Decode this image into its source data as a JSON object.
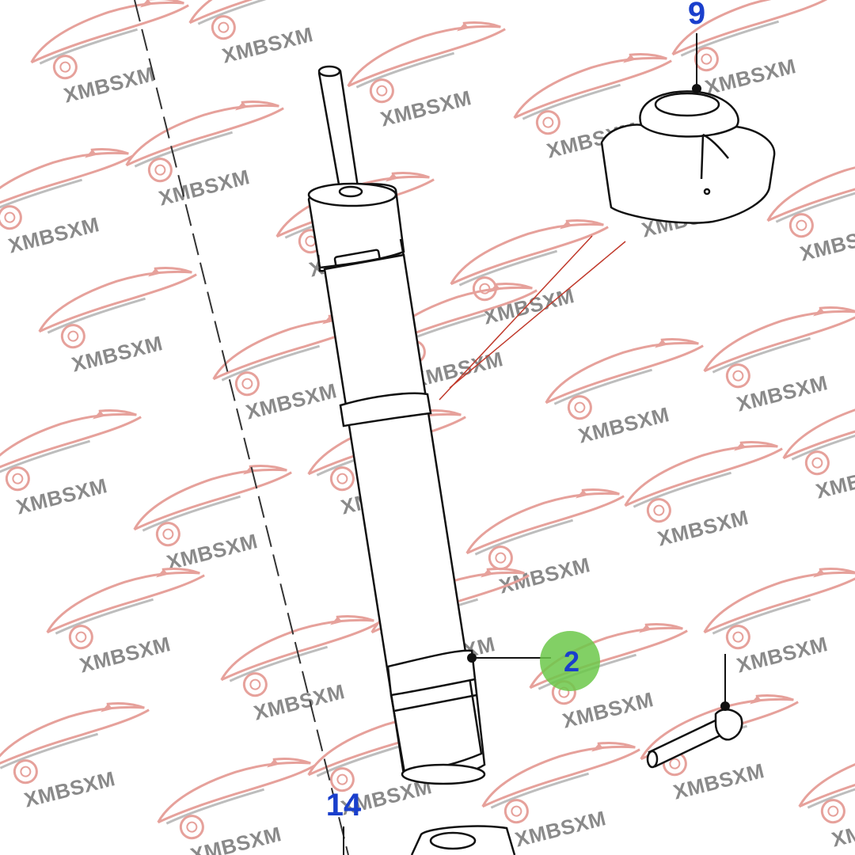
{
  "watermark": {
    "text": "XMBSXM",
    "text_color": "#8a8a8a",
    "car_color": "#e6a19b"
  },
  "callouts": [
    {
      "label": "9",
      "color": "#1a3fcc"
    },
    {
      "label": "2",
      "color": "#1a3fcc",
      "highlight_color": "#6cc84a"
    },
    {
      "label": "14",
      "color": "#1a3fcc"
    }
  ],
  "colors": {
    "line": "#111111",
    "leader_red": "#c0392b",
    "dash": "#333333",
    "background": "#ffffff"
  }
}
